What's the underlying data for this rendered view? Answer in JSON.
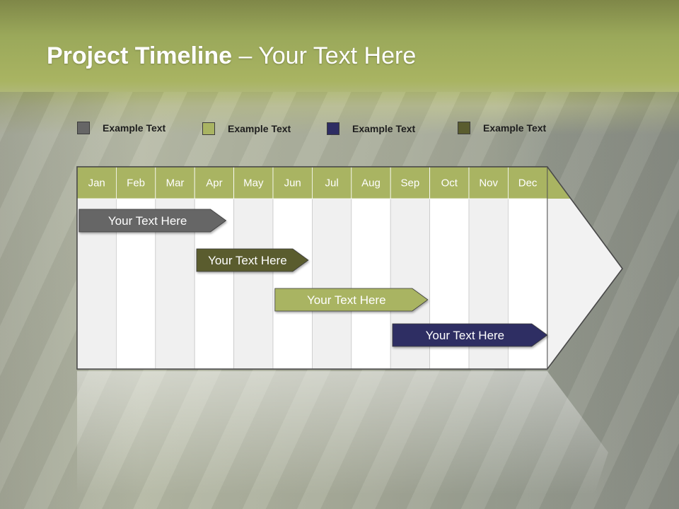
{
  "title": {
    "bold": "Project Timeline",
    "rest": " – Your Text Here"
  },
  "colors": {
    "header_band": "#a9b462",
    "month_header": "#a9b462",
    "gray": "#666666",
    "olive_light": "#a9b462",
    "navy": "#2e2d63",
    "olive_dark": "#5a5c2e"
  },
  "legend": [
    {
      "label": "Example Text",
      "color": "#666666"
    },
    {
      "label": "Example Text",
      "color": "#a9b462"
    },
    {
      "label": "Example Text",
      "color": "#2e2d63"
    },
    {
      "label": "Example Text",
      "color": "#5a5c2e"
    }
  ],
  "chart_data": {
    "type": "timeline",
    "months": [
      "Jan",
      "Feb",
      "Mar",
      "Apr",
      "May",
      "Jun",
      "Jul",
      "Aug",
      "Sep",
      "Oct",
      "Nov",
      "Dec"
    ],
    "bars": [
      {
        "label": "Your  Text Here",
        "start": 0.05,
        "end": 3.8,
        "color": "#666666"
      },
      {
        "label": "Your  Text Here",
        "start": 3.05,
        "end": 5.9,
        "color": "#5a5c2e"
      },
      {
        "label": "Your  Text Here",
        "start": 5.05,
        "end": 8.95,
        "color": "#a9b462"
      },
      {
        "label": "Your  Text Here",
        "start": 8.05,
        "end": 12.0,
        "color": "#2e2d63"
      }
    ]
  }
}
